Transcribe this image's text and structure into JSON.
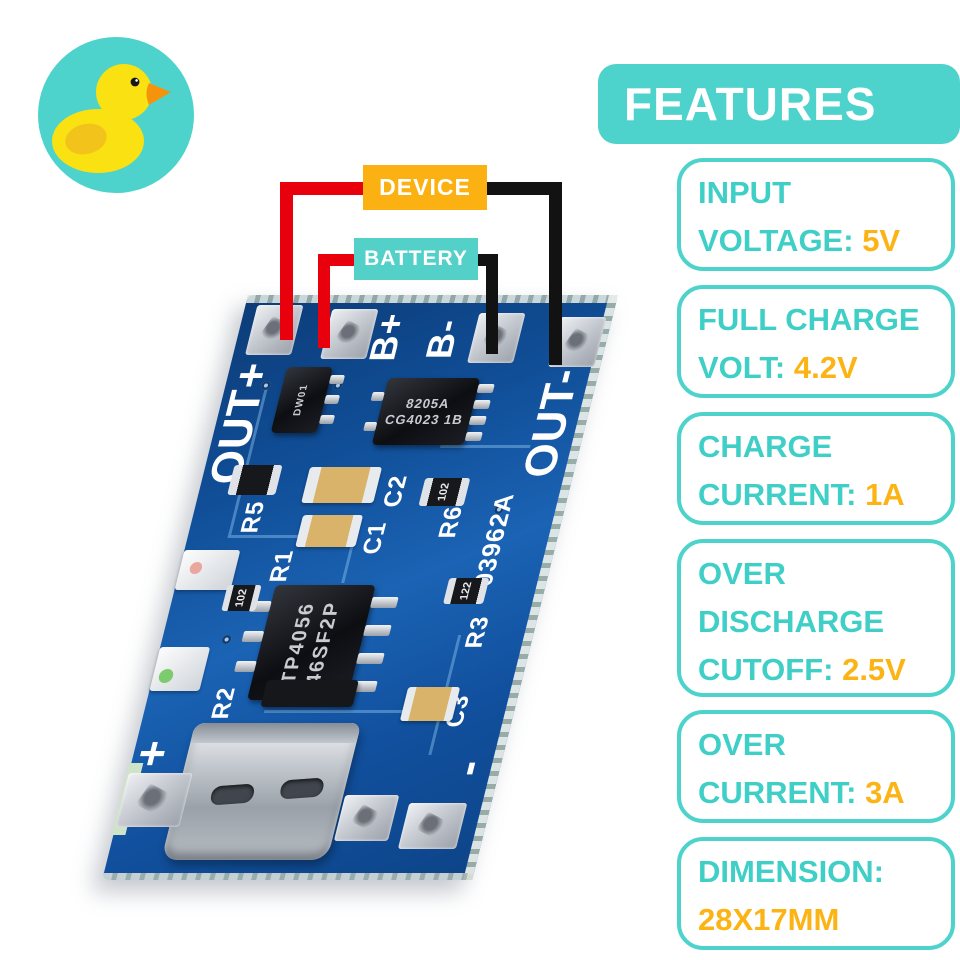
{
  "logo": {
    "name": "duck-logo"
  },
  "header": {
    "title": "FEATURES"
  },
  "features": [
    {
      "lines": [
        {
          "label": "INPUT",
          "value": ""
        },
        {
          "label": "VOLTAGE: ",
          "value": "5V"
        }
      ]
    },
    {
      "lines": [
        {
          "label": "FULL CHARGE",
          "value": ""
        },
        {
          "label": "VOLT: ",
          "value": "4.2V"
        }
      ]
    },
    {
      "lines": [
        {
          "label": "CHARGE",
          "value": ""
        },
        {
          "label": "CURRENT: ",
          "value": "1A"
        }
      ]
    },
    {
      "lines": [
        {
          "label": "OVER",
          "value": ""
        },
        {
          "label": "DISCHARGE",
          "value": ""
        },
        {
          "label": "CUTOFF: ",
          "value": "2.5V"
        }
      ]
    },
    {
      "lines": [
        {
          "label": "OVER",
          "value": ""
        },
        {
          "label": "CURRENT: ",
          "value": "3A"
        }
      ]
    },
    {
      "lines": [
        {
          "label": "DIMENSION:",
          "value": ""
        },
        {
          "label": "",
          "value": "28X17MM"
        }
      ]
    }
  ],
  "wiring": {
    "device_label": "DEVICE",
    "battery_label": "BATTERY"
  },
  "pcb": {
    "silkscreen": {
      "out_plus": "OUT+",
      "b_plus": "B+",
      "b_minus": "B-",
      "out_minus": "OUT-",
      "r1": "R1",
      "r2": "R2",
      "r3": "R3",
      "r5": "R5",
      "r6": "R6",
      "c1": "C1",
      "c2": "C2",
      "c3": "C3",
      "board_id": "03962A",
      "plus": "+",
      "minus": "-"
    },
    "chips": {
      "main_ic_line1": "TP4056",
      "main_ic_line2": "46SF2P",
      "mosfet_line1": "8205A",
      "mosfet_line2": "CG4023 1B",
      "protection_ic": "DW01"
    },
    "component_codes": [
      "102",
      "122"
    ]
  },
  "colors": {
    "teal": "#4ED3CC",
    "orange": "#FCB414",
    "wire_red": "#E8000D",
    "wire_black": "#121212",
    "pcb_blue": "#11509E"
  }
}
